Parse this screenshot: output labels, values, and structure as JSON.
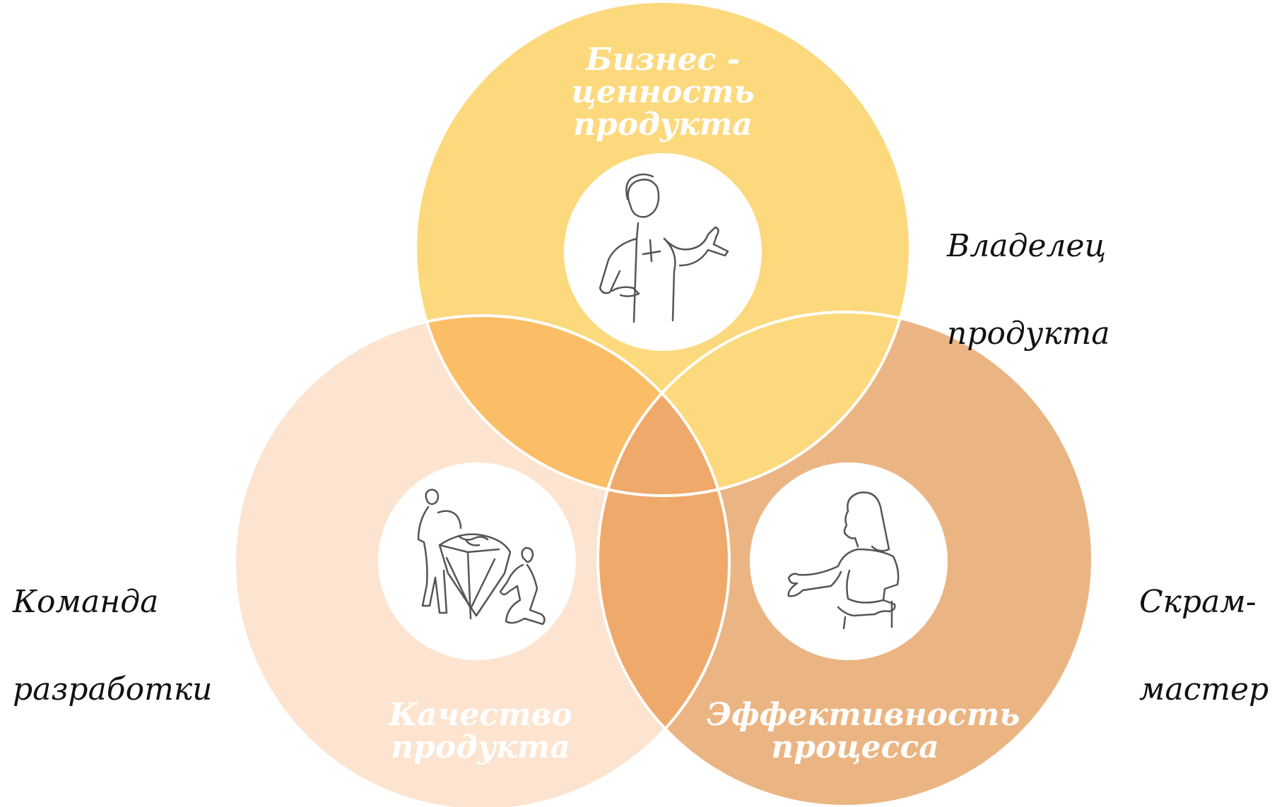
{
  "circles": {
    "business_value": {
      "line1": "Бизнес -",
      "line2": "ценность",
      "line3": "продукта",
      "color": "#FDD97E"
    },
    "quality": {
      "line1": "Качество",
      "line2": "продукта",
      "color": "#FCE4D0"
    },
    "efficiency": {
      "line1": "Эффективность",
      "line2": "процесса",
      "color": "#EBB583"
    }
  },
  "overlaps": {
    "business_quality": "#FBBE66",
    "all_three": "#EFA96A"
  },
  "roles": {
    "product_owner": {
      "line1": "Владелец",
      "line2": "продукта"
    },
    "dev_team": {
      "line1": "Команда",
      "line2": "разработки"
    },
    "scrum_master": {
      "line1": "Скрам-",
      "line2": "мастер"
    }
  },
  "illustrations": {
    "product_owner": "man-gesturing-icon",
    "dev_team": "team-with-diamond-icon",
    "scrum_master": "woman-presenting-icon"
  }
}
